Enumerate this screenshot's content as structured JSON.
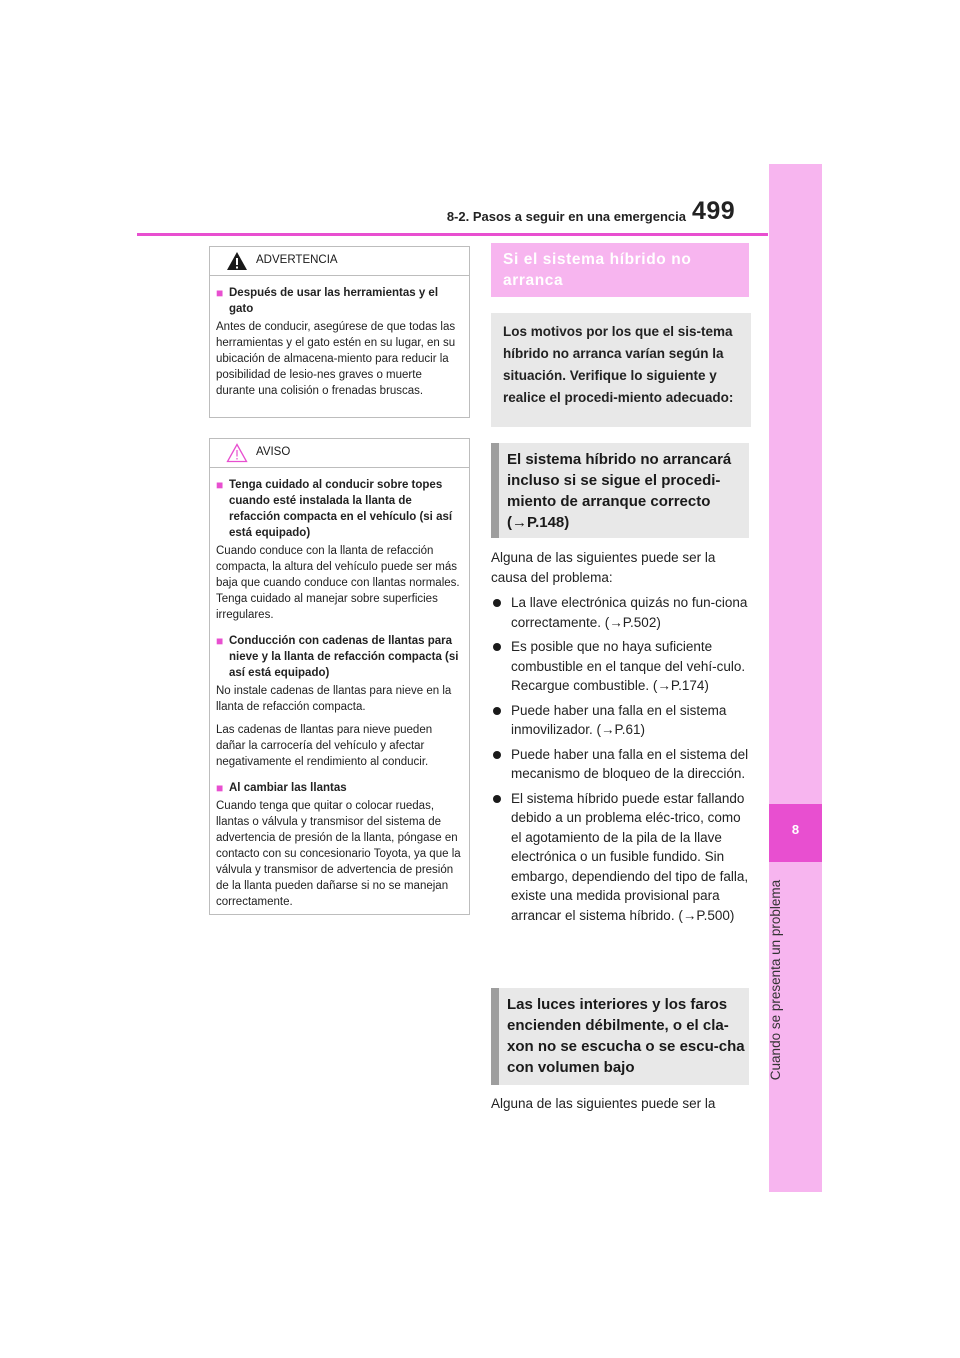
{
  "header": {
    "section": "8-2. Pasos a seguir en una emergencia",
    "page_number": "499"
  },
  "side_tab": {
    "number": "8",
    "title": "Cuando se presenta un problema"
  },
  "warning_box": {
    "title": "ADVERTENCIA",
    "items": [
      {
        "heading": "Después de usar las herramientas y el gato",
        "paragraphs": [
          "Antes de conducir, asegúrese de que todas las herramientas y el gato estén en su lugar, en su ubicación de almacena-miento para reducir la posibilidad de lesio-nes graves o muerte durante una colisión o frenadas bruscas."
        ]
      }
    ]
  },
  "notice_box": {
    "title": "AVISO",
    "items": [
      {
        "heading": "Tenga cuidado al conducir sobre topes cuando esté instalada la llanta de refacción compacta en el vehículo (si así está equipado)",
        "paragraphs": [
          "Cuando conduce con la llanta de refacción compacta, la altura del vehículo puede ser más baja que cuando conduce con llantas normales. Tenga cuidado al manejar sobre superficies irregulares."
        ]
      },
      {
        "heading": "Conducción con cadenas de llantas para nieve y la llanta de refacción compacta (si así está equipado)",
        "paragraphs": [
          "No instale cadenas de llantas para nieve en la llanta de refacción compacta.",
          "Las cadenas de llantas para nieve pueden dañar la carrocería del vehículo y afectar negativamente el rendimiento al conducir."
        ]
      },
      {
        "heading": "Al cambiar las llantas",
        "paragraphs": [
          "Cuando tenga que quitar o colocar ruedas, llantas o válvula y transmisor del sistema de advertencia de presión de la llanta, póngase en contacto con su concesionario Toyota, ya que la válvula y transmisor de advertencia de presión de la llanta pueden dañarse si no se manejan correctamente."
        ]
      }
    ]
  },
  "right": {
    "main_heading": "Si el sistema híbrido no arranca",
    "intro": "Los motivos por los que el sis-tema híbrido no arranca varían según la situación. Verifique lo siguiente y realice el procedi-miento adecuado:",
    "sub1_heading": "El sistema híbrido no arrancará incluso si se sigue el procedi-miento de arranque correcto (→P.148)",
    "sub1_lead": "Alguna de las siguientes puede ser la causa del problema:",
    "bullets": [
      "La llave electrónica quizás no fun-ciona correctamente. (→P.502)",
      "Es posible que no haya suficiente combustible en el tanque del vehí-culo.",
      "Puede haber una falla en el sistema inmovilizador. (→P.61)",
      "Puede haber una falla en el sistema del mecanismo de bloqueo de la dirección.",
      "El sistema híbrido puede estar fallando debido a un problema eléc-trico, como el agotamiento de la pila de la llave electrónica o un fusible fundido. Sin embargo, dependiendo del tipo de falla, existe una medida provisional para arrancar el sistema híbrido. (→P.500)"
    ],
    "bullet2_extra": "Recargue combustible. (→P.174)",
    "sub2_heading": "Las luces interiores y los faros encienden débilmente, o el cla-xon no se escucha o se escu-cha con volumen bajo",
    "sub2_lead": "Alguna de las siguientes puede ser la"
  }
}
